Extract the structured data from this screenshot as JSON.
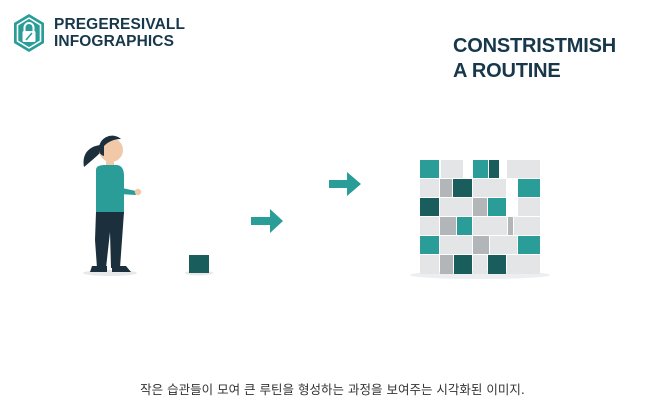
{
  "logo": {
    "line1": "PREGERESIVALL",
    "line2": "INFOGRAPHICS",
    "icon": "shield-lock-icon"
  },
  "headline": {
    "line1": "CONSTRISTMISH",
    "line2": "A ROUTINE"
  },
  "caption": "작은 습관들이 모여 큰 루틴을 형성하는 과정을 보여주는 시각화된 이미지.",
  "colors": {
    "teal": "#2a9d98",
    "dark_teal": "#1a5d5d",
    "light_gray": "#e3e5e6",
    "mid_gray": "#b3b6b8",
    "navy": "#17374a"
  }
}
